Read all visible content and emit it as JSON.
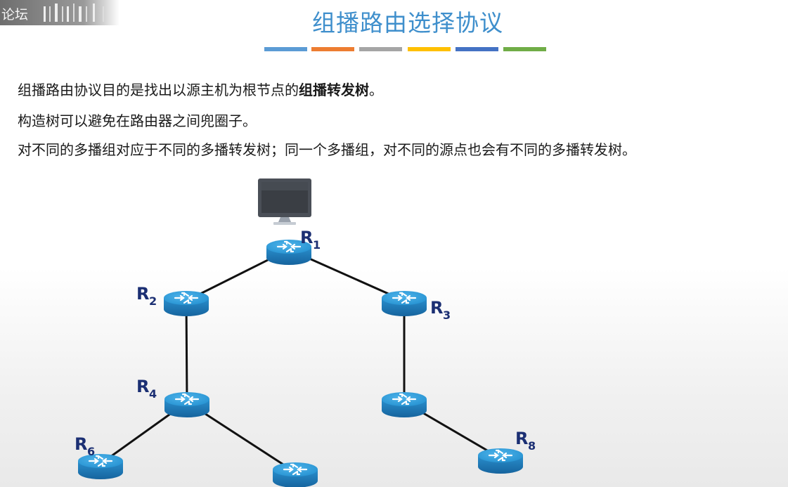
{
  "watermark": {
    "text": "论坛"
  },
  "slide": {
    "title": "组播路由选择协议",
    "color_bar": [
      "#5b9bd5",
      "#ed7d31",
      "#a5a5a5",
      "#ffc000",
      "#4472c4",
      "#70ad47"
    ],
    "paragraphs": [
      {
        "pre": "组播路由协议目的是找出以源主机为根节点的",
        "bold": "组播转发树",
        "post": "。"
      },
      {
        "pre": "构造树可以避免在路由器之间兜圈子。"
      },
      {
        "pre": "对不同的多播组对应于不同的多播转发树；同一个多播组，对不同的源点也会有不同的多播转发树。"
      }
    ]
  },
  "diagram": {
    "routers": [
      {
        "id": "R1",
        "letter": "R",
        "sub": "1"
      },
      {
        "id": "R2",
        "letter": "R",
        "sub": "2"
      },
      {
        "id": "R3",
        "letter": "R",
        "sub": "3"
      },
      {
        "id": "R4",
        "letter": "R",
        "sub": "4"
      },
      {
        "id": "R5",
        "letter": "",
        "sub": ""
      },
      {
        "id": "R6",
        "letter": "R",
        "sub": "6"
      },
      {
        "id": "R7",
        "letter": "",
        "sub": ""
      },
      {
        "id": "R8",
        "letter": "R",
        "sub": "8"
      }
    ],
    "links": [
      [
        "R1",
        "R2"
      ],
      [
        "R1",
        "R3"
      ],
      [
        "R2",
        "R4"
      ],
      [
        "R3",
        "R5"
      ],
      [
        "R4",
        "R6"
      ],
      [
        "R4",
        "R7"
      ],
      [
        "R5",
        "R8"
      ]
    ],
    "source_host": "monitor-icon",
    "router_icon": "router-icon",
    "colors": {
      "router_top": "#2f9ed9",
      "router_side": "#1f78b4",
      "label": "#1b2f73",
      "link": "#111111"
    }
  }
}
